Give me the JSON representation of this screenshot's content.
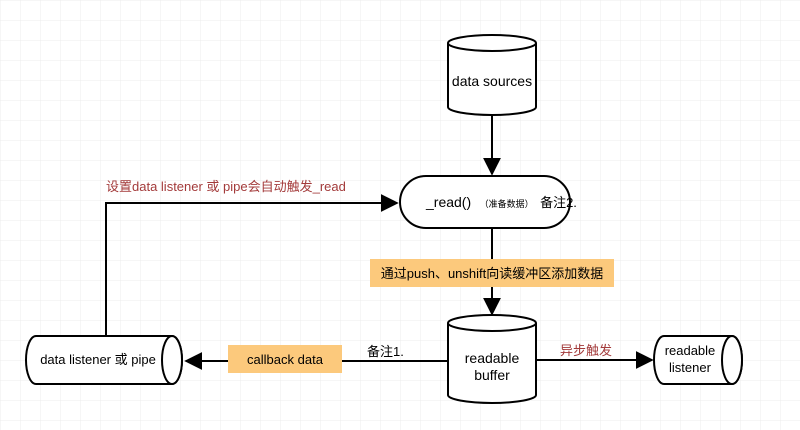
{
  "nodes": {
    "data_sources": "data sources",
    "read_main": "_read()",
    "read_small": "（准备数据）",
    "read_note": "备注2.",
    "buffer_line1": "readable",
    "buffer_line2": "buffer",
    "listener_left": "data listener 或 pipe",
    "listener_right_line1": "readable",
    "listener_right_line2": "listener"
  },
  "labels": {
    "top_left": "设置data listener 或 pipe会自动触发_read",
    "push": "通过push、unshift向读缓冲区添加数据",
    "callback": "callback data",
    "note1": "备注1.",
    "async": "异步触发"
  },
  "colors": {
    "stroke": "#000000",
    "highlight": "#fcc97c",
    "red_text": "#a33a3a",
    "grid": "#e9e9e9"
  }
}
